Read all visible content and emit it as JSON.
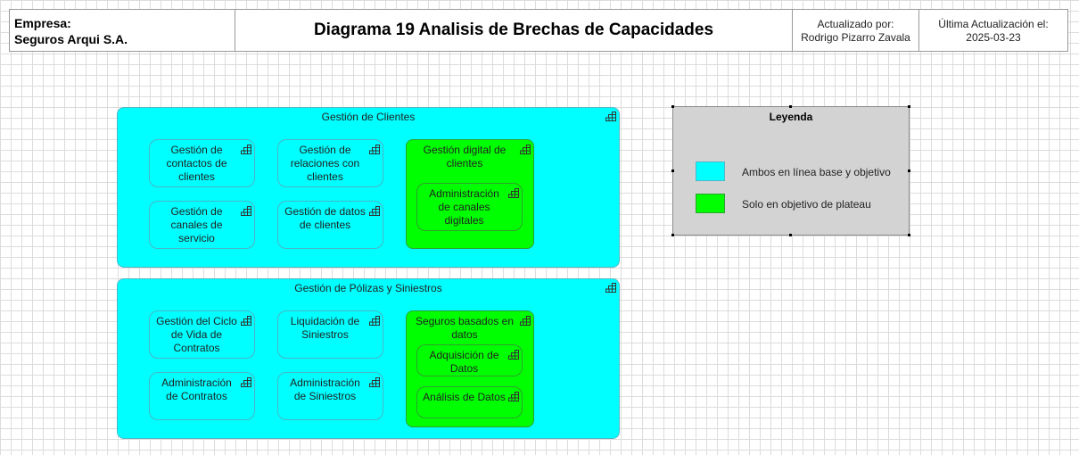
{
  "header": {
    "company_label": "Empresa:",
    "company_name": "Seguros Arqui S.A.",
    "title": "Diagrama 19 Analisis de Brechas de Capacidades",
    "updated_by_label": "Actualizado por:",
    "updated_by_name": "Rodrigo Pizarro Zavala",
    "last_update_label": "Última Actualización el:",
    "last_update_date": "2025-03-23"
  },
  "groups": [
    {
      "label": "Gestión de Clientes",
      "capabilities": [
        "Gestión de contactos de clientes",
        "Gestión de relaciones con clientes",
        "Gestión de canales de servicio",
        "Gestión de datos de clientes"
      ],
      "green_group": {
        "label": "Gestión digital de clientes",
        "children": [
          "Administración de canales digitales"
        ]
      }
    },
    {
      "label": "Gestión de Pólizas y Siniestros",
      "capabilities": [
        "Gestión del Ciclo de Vida de Contratos",
        "Liquidación de Siniestros",
        "Administración de Contratos",
        "Administración de Siniestros"
      ],
      "green_group": {
        "label": "Seguros basados en datos",
        "children": [
          "Adquisición de Datos",
          "Análisis de Datos"
        ]
      }
    }
  ],
  "legend": {
    "title": "Leyenda",
    "items": [
      {
        "label": "Ambos en línea base y objetivo",
        "color": "#00ffff"
      },
      {
        "label": "Solo en objetivo de plateau",
        "color": "#00ff00"
      }
    ]
  },
  "colors": {
    "baseline_and_target": "#00ffff",
    "target_only": "#00ff00"
  },
  "icon": "capability-icon"
}
